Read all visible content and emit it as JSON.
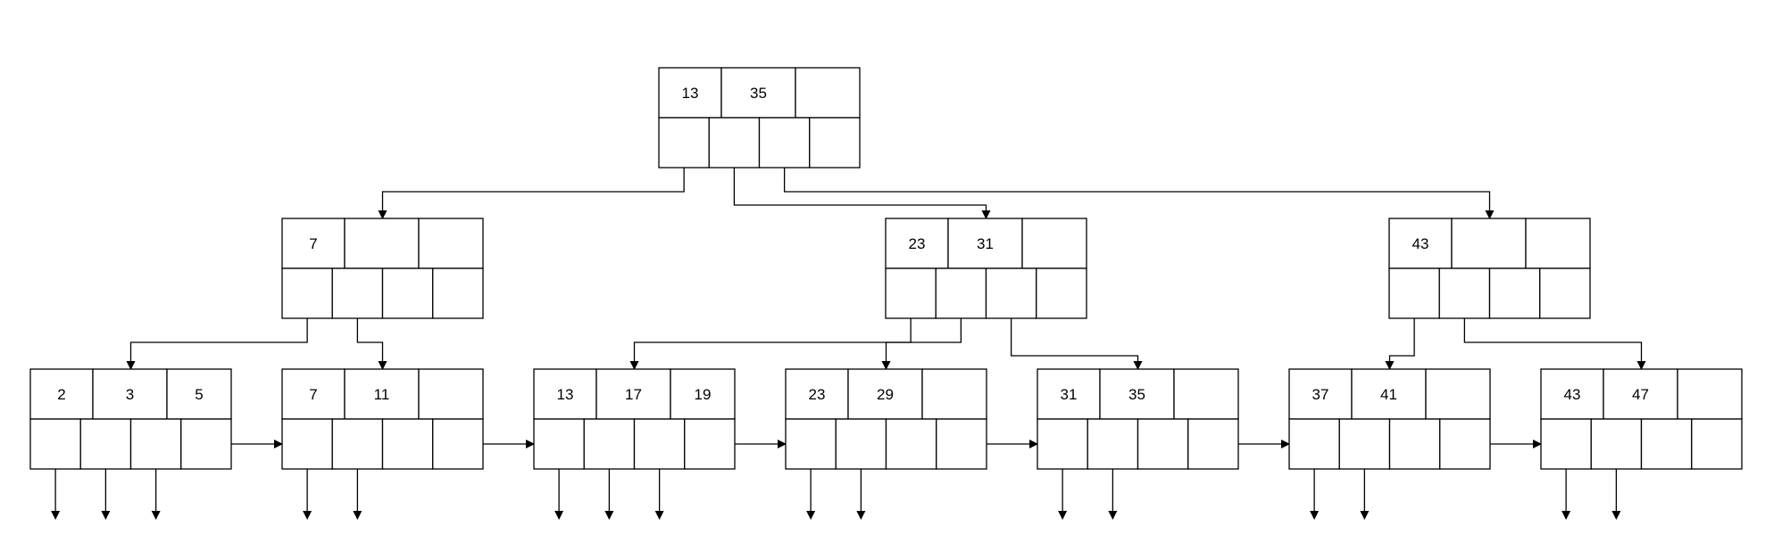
{
  "tree": {
    "kind": "B+ tree",
    "root": {
      "keys": [
        "13",
        "35",
        ""
      ]
    },
    "internal": [
      {
        "keys": [
          "7",
          "",
          ""
        ]
      },
      {
        "keys": [
          "23",
          "31",
          ""
        ]
      },
      {
        "keys": [
          "43",
          "",
          ""
        ]
      }
    ],
    "leaves": [
      {
        "keys": [
          "2",
          "3",
          "5"
        ],
        "record_pointers": 3
      },
      {
        "keys": [
          "7",
          "11",
          ""
        ],
        "record_pointers": 2
      },
      {
        "keys": [
          "13",
          "17",
          "19"
        ],
        "record_pointers": 3
      },
      {
        "keys": [
          "23",
          "29",
          ""
        ],
        "record_pointers": 2
      },
      {
        "keys": [
          "31",
          "35",
          ""
        ],
        "record_pointers": 2
      },
      {
        "keys": [
          "37",
          "41",
          ""
        ],
        "record_pointers": 2
      },
      {
        "keys": [
          "43",
          "47",
          ""
        ],
        "record_pointers": 2
      }
    ],
    "edges": [
      {
        "from": "root",
        "pointer": 0,
        "to": "internal-0"
      },
      {
        "from": "root",
        "pointer": 1,
        "to": "internal-1"
      },
      {
        "from": "root",
        "pointer": 2,
        "to": "internal-2"
      },
      {
        "from": "internal-0",
        "pointer": 0,
        "to": "leaf-0"
      },
      {
        "from": "internal-0",
        "pointer": 1,
        "to": "leaf-1"
      },
      {
        "from": "internal-1",
        "pointer": 0,
        "to": "leaf-2"
      },
      {
        "from": "internal-1",
        "pointer": 1,
        "to": "leaf-3"
      },
      {
        "from": "internal-1",
        "pointer": 2,
        "to": "leaf-4"
      },
      {
        "from": "internal-2",
        "pointer": 0,
        "to": "leaf-5"
      },
      {
        "from": "internal-2",
        "pointer": 1,
        "to": "leaf-6"
      }
    ],
    "leaf_links": [
      "leaf-0 -> leaf-1",
      "leaf-1 -> leaf-2",
      "leaf-2 -> leaf-3",
      "leaf-3 -> leaf-4",
      "leaf-4 -> leaf-5",
      "leaf-5 -> leaf-6"
    ]
  }
}
